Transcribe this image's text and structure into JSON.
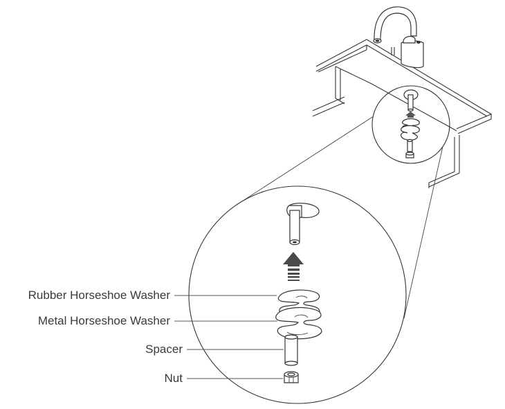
{
  "diagram": {
    "labels": {
      "rubber_washer": "Rubber Horseshoe Washer",
      "metal_washer": "Metal Horseshoe Washer",
      "spacer": "Spacer",
      "nut": "Nut"
    }
  }
}
